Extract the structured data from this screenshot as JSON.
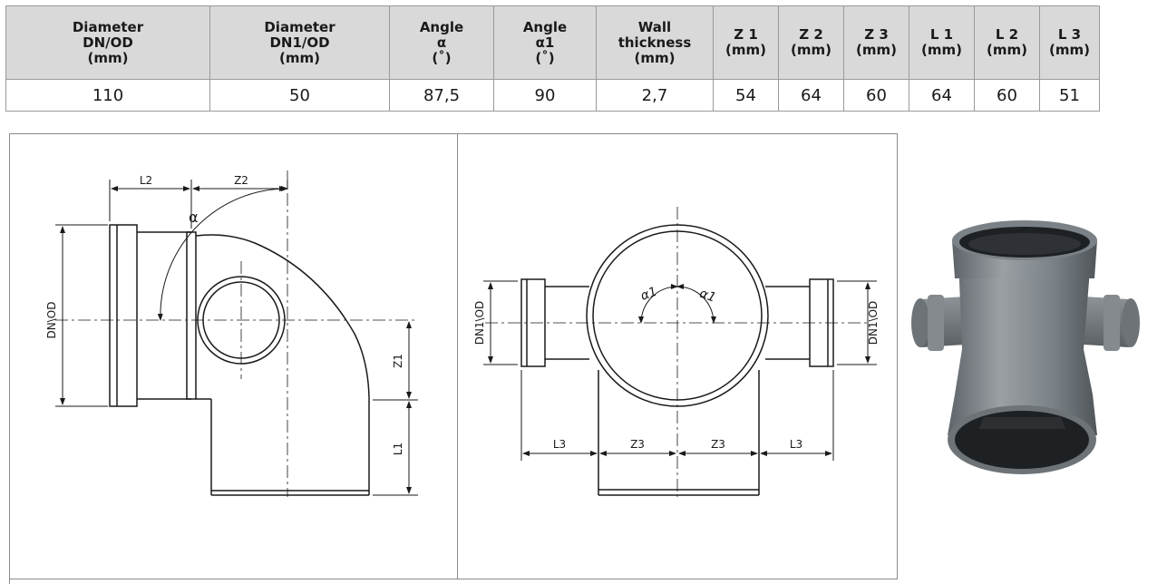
{
  "table": {
    "headers": [
      [
        "Diameter",
        "DN/OD",
        "(mm)"
      ],
      [
        "Diameter",
        "DN1/OD",
        "(mm)"
      ],
      [
        "Angle",
        "α",
        "(˚)"
      ],
      [
        "Angle",
        "α1",
        "(˚)"
      ],
      [
        "Wall",
        "thickness",
        "(mm)"
      ],
      [
        "Z 1",
        "(mm)"
      ],
      [
        "Z 2",
        "(mm)"
      ],
      [
        "Z  3",
        "(mm)"
      ],
      [
        "L 1",
        "(mm)"
      ],
      [
        "L 2",
        "(mm)"
      ],
      [
        "L 3",
        "(mm)"
      ]
    ],
    "values": [
      "110",
      "50",
      "87,5",
      "90",
      "2,7",
      "54",
      "64",
      "60",
      "64",
      "60",
      "51"
    ]
  },
  "drawing_side": {
    "labels": {
      "l2": "L2",
      "z2": "Z2",
      "alpha": "α",
      "dn_od": "DN\\OD",
      "z1": "Z1",
      "l1": "L1"
    }
  },
  "drawing_front": {
    "labels": {
      "dn1_od_left": "DN1\\OD",
      "dn1_od_right": "DN1\\OD",
      "alpha1_left": "α1",
      "alpha1_right": "α1",
      "l3_left": "L3",
      "z3_left": "Z3",
      "z3_right": "Z3",
      "l3_right": "L3"
    }
  },
  "colors": {
    "header_bg": "#d9d9d9",
    "line": "#1a1a1a",
    "pvc_grey": "#7b8287"
  }
}
